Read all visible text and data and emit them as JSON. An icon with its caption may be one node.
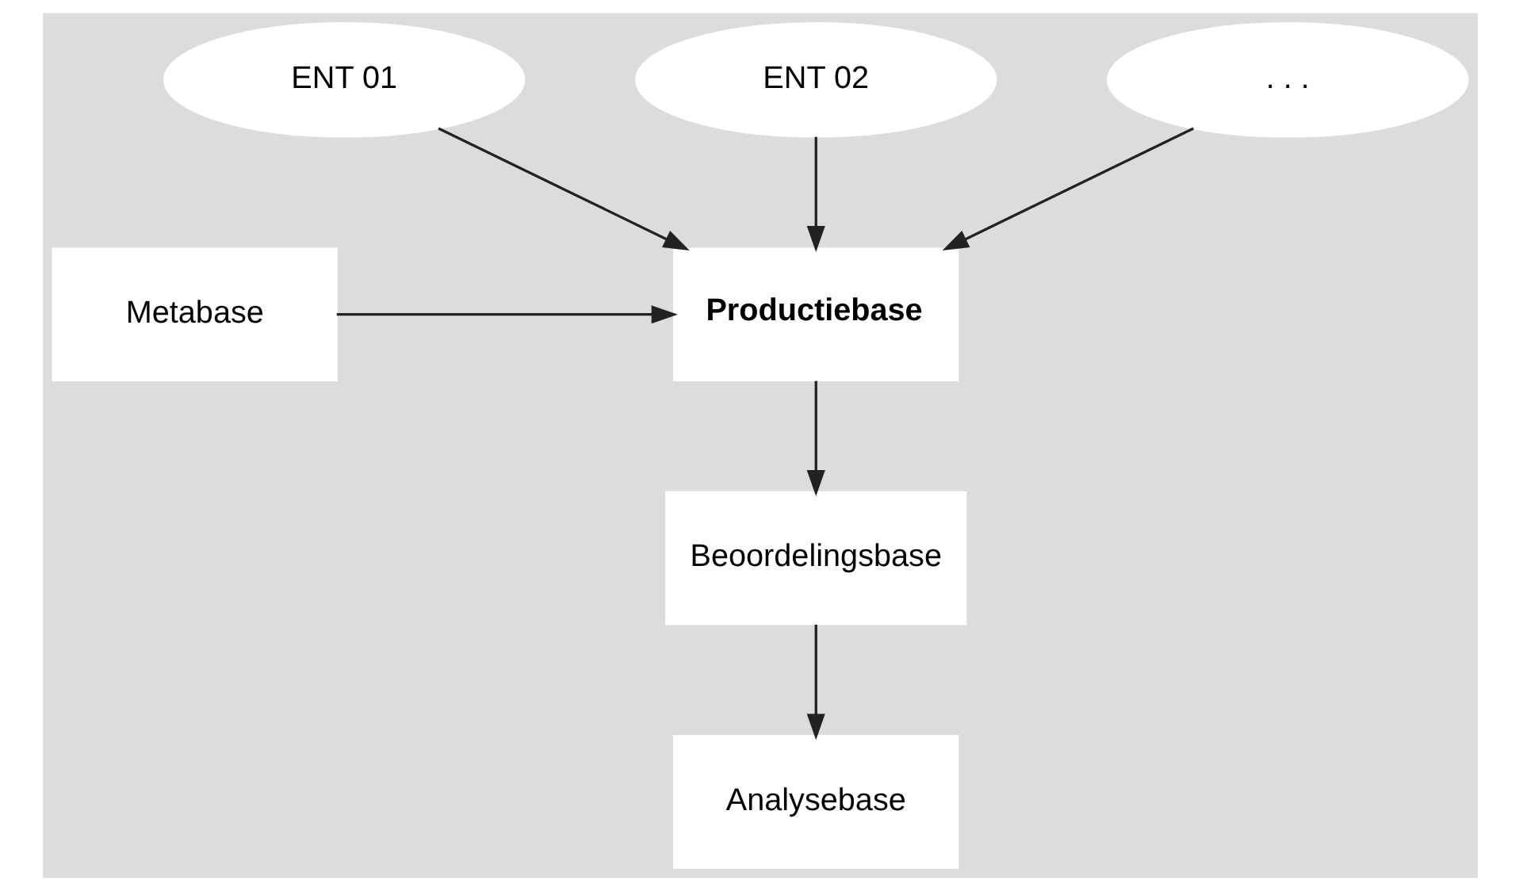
{
  "diagram": {
    "nodes": [
      {
        "text": [
          "ENT 01"
        ]
      },
      {
        "text": [
          "ENT 02"
        ]
      },
      {
        "text": [
          ". . ."
        ]
      },
      {
        "text": [
          "Metabase"
        ]
      },
      {
        "text": [
          "Productiebase"
        ]
      },
      {
        "text": [
          "Beoordelingsbase"
        ]
      },
      {
        "text": [
          "Analysebase"
        ]
      }
    ],
    "edges": [
      {
        "from": 0,
        "to": 4,
        "arrow": "to"
      },
      {
        "from": 1,
        "to": 4,
        "arrow": "to"
      },
      {
        "from": 2,
        "to": 4,
        "arrow": "to"
      },
      {
        "from": 3,
        "to": 4,
        "arrow": "to"
      },
      {
        "from": 4,
        "to": 5,
        "arrow": "to"
      },
      {
        "from": 5,
        "to": 6,
        "arrow": "to"
      }
    ]
  }
}
